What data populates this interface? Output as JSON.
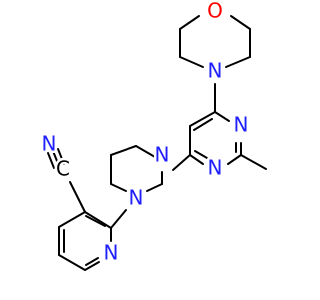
{
  "molecule": {
    "colors": {
      "bond": "#000000",
      "nitrogen": "#2020ff",
      "oxygen": "#ff0000",
      "background": "#ffffff"
    },
    "atom_labels": {
      "morpholine_o": "O",
      "morpholine_n": "N",
      "pyrimidine_n1": "N",
      "pyrimidine_n3": "N",
      "piperazine_n4": "N",
      "piperazine_n1": "N",
      "nitrile_n": "N",
      "nitrile_c": "C",
      "pyridine_n": "N"
    }
  }
}
